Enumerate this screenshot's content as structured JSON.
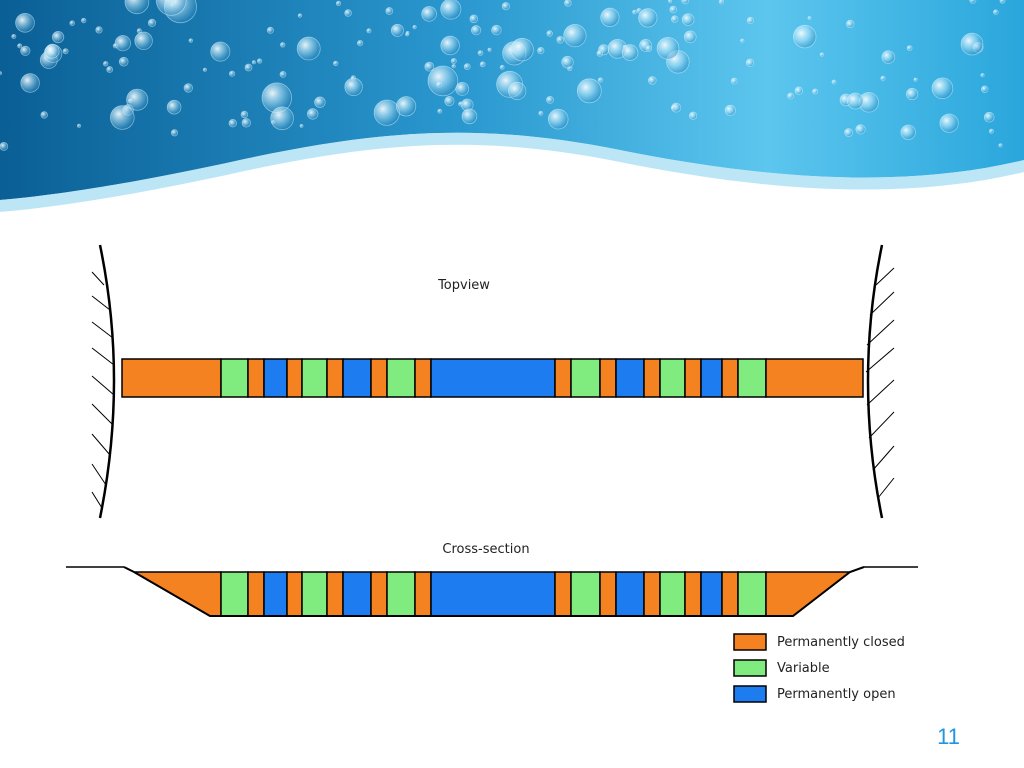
{
  "colors": {
    "closed": "#f58220",
    "variable": "#80ec80",
    "open": "#1c7cf0",
    "stroke": "#000000",
    "banner_dark": "#0b6fa6",
    "banner_light": "#5cc6ee"
  },
  "topview": {
    "label": "Topview"
  },
  "cross_section": {
    "label": "Cross-section"
  },
  "segments": [
    "closed",
    "variable",
    "closed",
    "open",
    "closed",
    "variable",
    "closed",
    "open",
    "closed",
    "variable",
    "closed",
    "open",
    "closed",
    "variable",
    "closed",
    "open",
    "closed",
    "variable",
    "closed",
    "open",
    "closed",
    "variable",
    "closed"
  ],
  "legend": [
    {
      "key": "closed",
      "label": "Permanently closed"
    },
    {
      "key": "variable",
      "label": "Variable"
    },
    {
      "key": "open",
      "label": "Permanently open"
    }
  ],
  "slide_number": "11"
}
